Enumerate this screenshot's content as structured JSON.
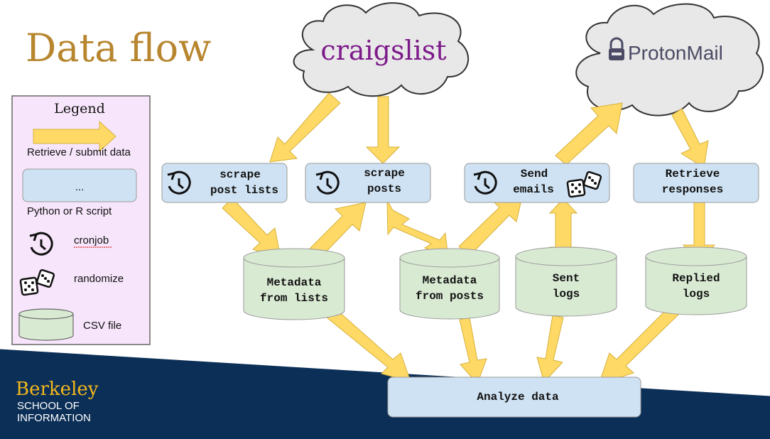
{
  "slide": {
    "title": "Data flow",
    "colors": {
      "title": "#b7862f",
      "navy": "#0c2f57",
      "gold": "#f4b81c",
      "box": "#cfe2f3",
      "cylinder": "#d9ead3",
      "legend_bg": "#f7e6fb",
      "arrow": "#ffd966",
      "craigslist": "#7d1a8a",
      "protonmail": "#4b4b66"
    }
  },
  "clouds": {
    "craigslist": "craigslist",
    "protonmail": "ProtonMail"
  },
  "legend": {
    "title": "Legend",
    "arrow_label": "Retrieve / submit data",
    "script_placeholder": "...",
    "script_label": "Python or R script",
    "cronjob_label": "cronjob",
    "randomize_label": "randomize",
    "csv_label": "CSV file"
  },
  "scripts": {
    "scrape_post_lists": [
      "scrape",
      "post lists"
    ],
    "scrape_posts": [
      "scrape",
      "posts"
    ],
    "send_emails": [
      "Send",
      "emails"
    ],
    "retrieve_responses": [
      "Retrieve",
      "responses"
    ],
    "analyze_data": "Analyze data"
  },
  "files": {
    "metadata_lists": [
      "Metadata",
      "from lists"
    ],
    "metadata_posts": [
      "Metadata",
      "from posts"
    ],
    "sent_logs": [
      "Sent",
      "logs"
    ],
    "replied_logs": [
      "Replied",
      "logs"
    ]
  },
  "logo": {
    "line1": "Berkeley",
    "line2": "SCHOOL OF",
    "line3": "INFORMATION"
  },
  "icons": [
    "cronjob-clock-icon",
    "dice-icon",
    "protonmail-lock-icon"
  ]
}
